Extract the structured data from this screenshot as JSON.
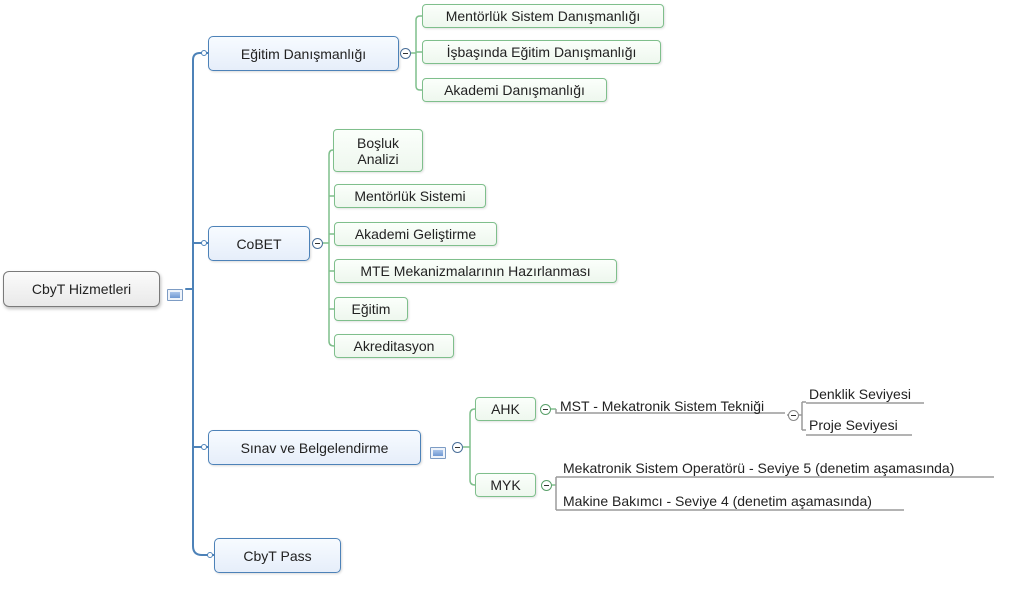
{
  "mindmap": {
    "root": {
      "label": "CbyT Hizmetleri"
    },
    "egitim": {
      "label": "Eğitim Danışmanlığı",
      "children": [
        "Mentörlük Sistem Danışmanlığı",
        "İşbaşında Eğitim Danışmanlığı",
        "Akademi Danışmanlığı"
      ]
    },
    "cobet": {
      "label": "CoBET",
      "children": [
        "Boşluk\nAnalizi",
        "Mentörlük Sistemi",
        "Akademi Geliştirme",
        "MTE Mekanizmalarının Hazırlanması",
        "Eğitim",
        "Akreditasyon"
      ]
    },
    "sinav": {
      "label": "Sınav ve Belgelendirme",
      "ahk": {
        "label": "AHK",
        "mst": {
          "label": "MST - Mekatronik Sistem Tekniği",
          "children": [
            "Denklik Seviyesi",
            "Proje Seviyesi"
          ]
        }
      },
      "myk": {
        "label": "MYK",
        "children": [
          "Mekatronik Sistem Operatörü - Seviye 5 (denetim aşamasında)",
          "Makine Bakımcı - Seviye 4 (denetim aşamasında)"
        ]
      }
    },
    "pass": {
      "label": "CbyT Pass"
    }
  },
  "colors": {
    "main_branch": "#4d82b8",
    "sub_branch": "#7fbf8c",
    "leaf_line": "#999999"
  },
  "icons": {
    "collapse": "collapse-minus-icon",
    "notes": "notes-icon"
  }
}
